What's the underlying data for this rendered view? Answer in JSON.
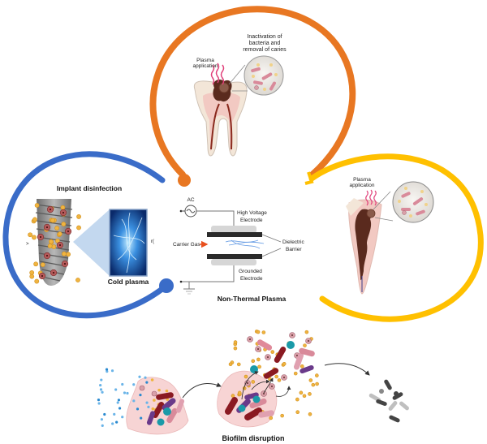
{
  "colors": {
    "orange_arc": "#E87722",
    "blue_arc": "#3A6CC8",
    "yellow_arc": "#FFC000",
    "tooth_enamel": "#F3E6D8",
    "tooth_pulp": "#F2C9C2",
    "caries": "#5A2A1E",
    "plasma_wave": "#E0407A",
    "implant": "#8E8E8E",
    "bacteria_dark_red": "#8A1A22",
    "bacteria_pink": "#D98A9A",
    "bacteria_purple": "#6A3A8A",
    "spore_yellow": "#F0B440",
    "spore_teal": "#1A9AA8",
    "spore_blue": "#2A8AD0",
    "dead_bacteria": "#555555"
  },
  "top_panel": {
    "plasma_label_line1": "Plasma",
    "plasma_label_line2": "application",
    "inactivation_line1": "Inactivation of",
    "inactivation_line2": "bacteria and",
    "inactivation_line3": "removal of caries"
  },
  "left_panel": {
    "title": "Implant disinfection",
    "cold_plasma": "Cold plasma",
    "stray_mark": "r("
  },
  "center_panel": {
    "ac": "AC",
    "high_voltage_1": "High Voltage",
    "high_voltage_2": "Electrode",
    "carrier_gas": "Carrier Gas",
    "dielectric_1": "Dielectric",
    "dielectric_2": "Barrier",
    "grounded_1": "Grounded",
    "grounded_2": "Electrode",
    "title": "Non-Thermal Plasma"
  },
  "right_panel": {
    "plasma_label_line1": "Plasma",
    "plasma_label_line2": "application"
  },
  "bottom_panel": {
    "title": "Biofilm disruption"
  }
}
